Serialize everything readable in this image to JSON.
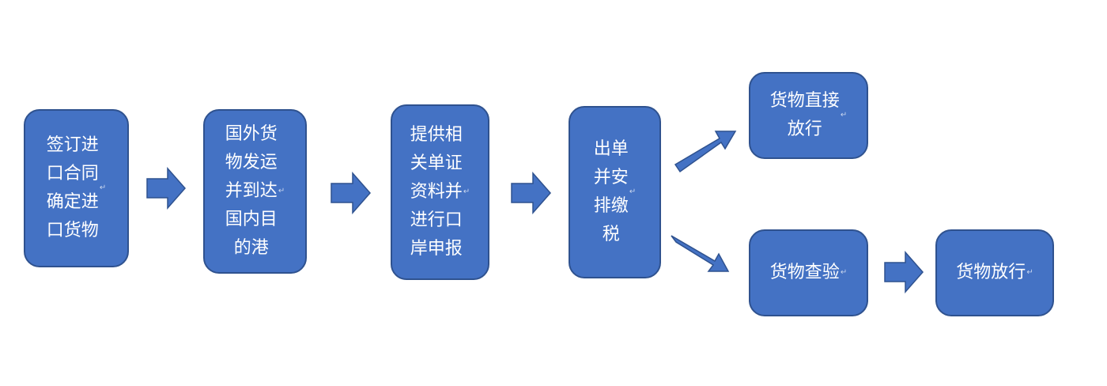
{
  "colors": {
    "box_fill": "#4472c4",
    "box_border": "#2f528f",
    "arrow_fill": "#4472c4",
    "text": "#ffffff"
  },
  "steps": [
    {
      "text": "签订进\n口合同\n确定进\n口货物",
      "mark": "↵"
    },
    {
      "text": "国外货\n物发运\n并到达\n国内目\n的港",
      "mark": "↵"
    },
    {
      "text": "提供相\n关单证\n资料并\n进行口\n岸申报",
      "mark": "↵"
    },
    {
      "text": "出单\n并安\n排缴\n税",
      "mark": "↵"
    },
    {
      "text": "货物直接\n放行",
      "mark": "↵"
    },
    {
      "text": "货物查验",
      "mark": "↵"
    },
    {
      "text": "货物放行",
      "mark": "↵"
    }
  ]
}
